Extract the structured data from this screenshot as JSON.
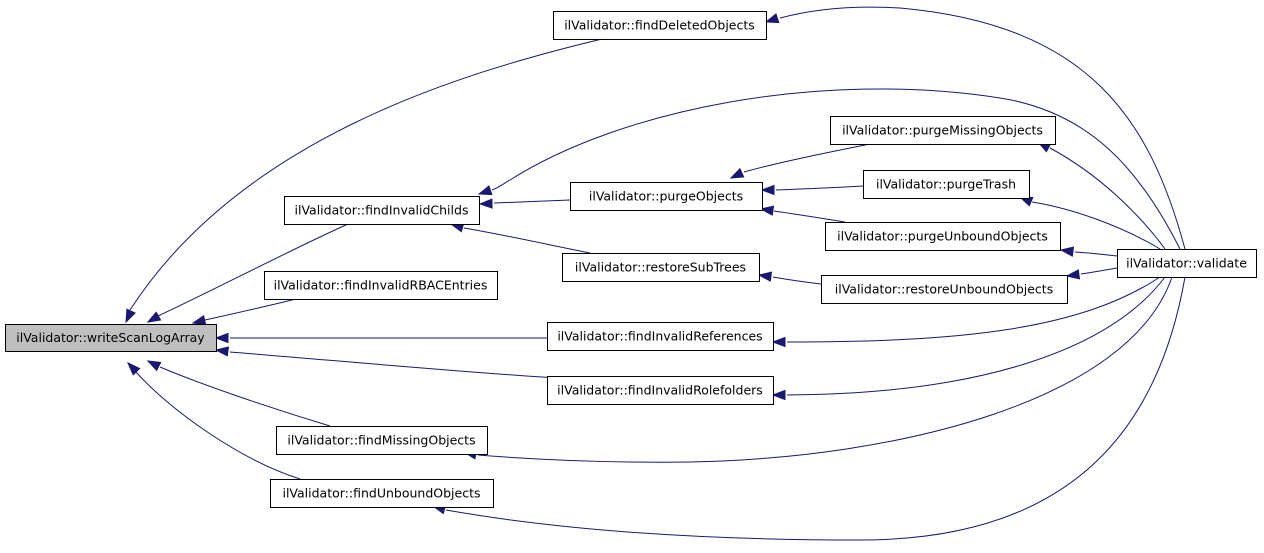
{
  "graph": {
    "nodes": {
      "writeScanLogArray": "ilValidator::writeScanLogArray",
      "findDeletedObjects": "ilValidator::findDeletedObjects",
      "findInvalidChilds": "ilValidator::findInvalidChilds",
      "findInvalidRBACEntries": "ilValidator::findInvalidRBACEntries",
      "findInvalidReferences": "ilValidator::findInvalidReferences",
      "findInvalidRolefolders": "ilValidator::findInvalidRolefolders",
      "findMissingObjects": "ilValidator::findMissingObjects",
      "findUnboundObjects": "ilValidator::findUnboundObjects",
      "purgeObjects": "ilValidator::purgeObjects",
      "restoreSubTrees": "ilValidator::restoreSubTrees",
      "purgeMissingObjects": "ilValidator::purgeMissingObjects",
      "purgeTrash": "ilValidator::purgeTrash",
      "purgeUnboundObjects": "ilValidator::purgeUnboundObjects",
      "restoreUnboundObjects": "ilValidator::restoreUnboundObjects",
      "validate": "ilValidator::validate"
    },
    "edges": [
      {
        "from": "findDeletedObjects",
        "to": "writeScanLogArray"
      },
      {
        "from": "findInvalidChilds",
        "to": "writeScanLogArray"
      },
      {
        "from": "findInvalidRBACEntries",
        "to": "writeScanLogArray"
      },
      {
        "from": "findInvalidReferences",
        "to": "writeScanLogArray"
      },
      {
        "from": "findInvalidRolefolders",
        "to": "writeScanLogArray"
      },
      {
        "from": "findMissingObjects",
        "to": "writeScanLogArray"
      },
      {
        "from": "findUnboundObjects",
        "to": "writeScanLogArray"
      },
      {
        "from": "purgeObjects",
        "to": "findInvalidChilds"
      },
      {
        "from": "restoreSubTrees",
        "to": "findInvalidChilds"
      },
      {
        "from": "validate",
        "to": "findInvalidChilds"
      },
      {
        "from": "purgeMissingObjects",
        "to": "purgeObjects"
      },
      {
        "from": "purgeTrash",
        "to": "purgeObjects"
      },
      {
        "from": "purgeUnboundObjects",
        "to": "purgeObjects"
      },
      {
        "from": "restoreUnboundObjects",
        "to": "restoreSubTrees"
      },
      {
        "from": "validate",
        "to": "findDeletedObjects"
      },
      {
        "from": "validate",
        "to": "purgeMissingObjects"
      },
      {
        "from": "validate",
        "to": "purgeTrash"
      },
      {
        "from": "validate",
        "to": "purgeUnboundObjects"
      },
      {
        "from": "validate",
        "to": "restoreUnboundObjects"
      },
      {
        "from": "validate",
        "to": "findInvalidReferences"
      },
      {
        "from": "validate",
        "to": "findInvalidRolefolders"
      },
      {
        "from": "validate",
        "to": "findMissingObjects"
      },
      {
        "from": "validate",
        "to": "findUnboundObjects"
      }
    ]
  }
}
